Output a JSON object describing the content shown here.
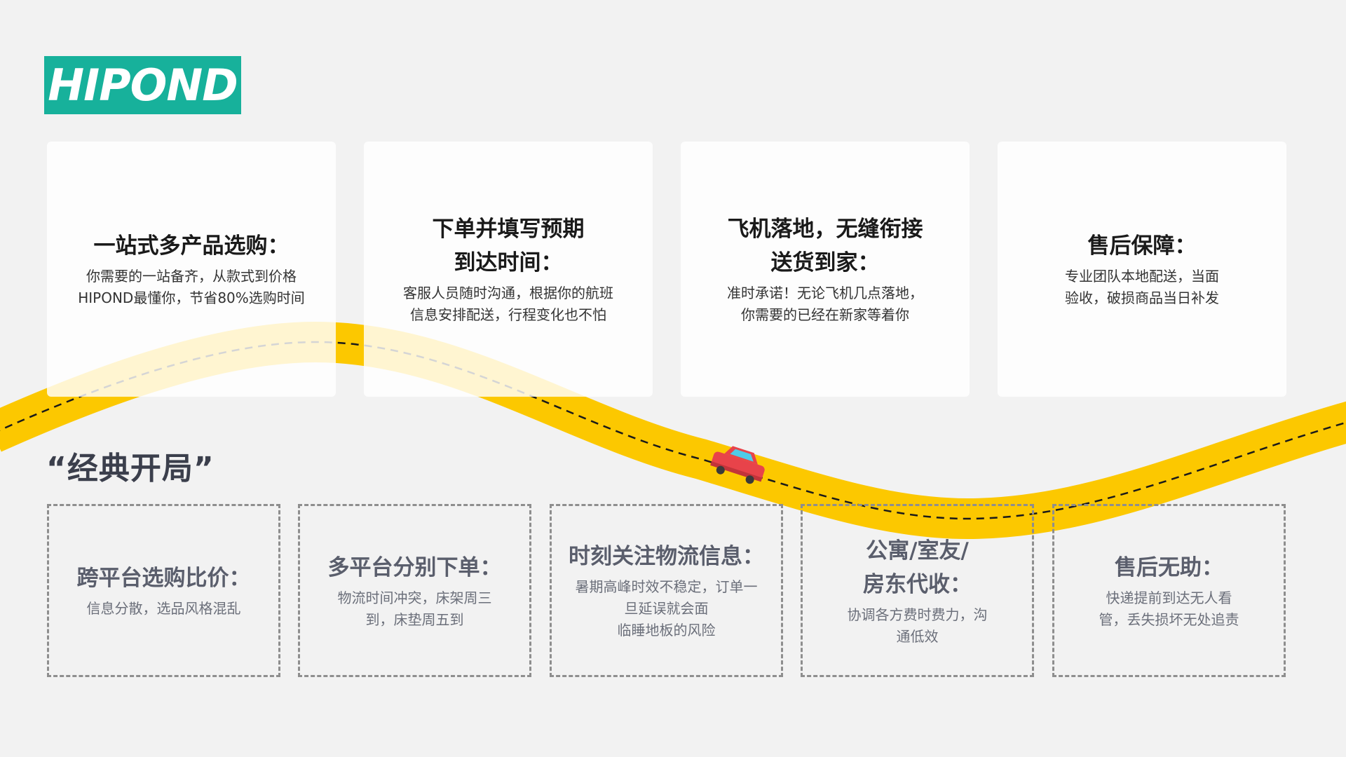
{
  "logo": {
    "text": "HIPOND"
  },
  "colors": {
    "brand_teal": "#17b19b",
    "road_yellow": "#fcc800",
    "background": "#f2f2f2",
    "car_red": "#e8434a",
    "car_window": "#4ecbe8"
  },
  "top_cards": [
    {
      "title": "一站式多产品选购：",
      "text": "你需要的一站备齐，从款式到价格\nHIPOND最懂你，节省80%选购时间"
    },
    {
      "title": "下单并填写预期\n到达时间：",
      "text": "客服人员随时沟通，根据你的航班\n信息安排配送，行程变化也不怕"
    },
    {
      "title": "飞机落地，无缝衔接\n送货到家：",
      "text": "准时承诺！无论飞机几点落地，\n你需要的已经在新家等着你"
    },
    {
      "title": "售后保障：",
      "text": "专业团队本地配送，当面\n验收，破损商品当日补发"
    }
  ],
  "section": {
    "title": "“经典开局”"
  },
  "bottom_boxes": [
    {
      "title": "跨平台选购比价：",
      "text": "信息分散，选品风格混乱"
    },
    {
      "title": "多平台分别下单：",
      "text": "物流时间冲突，床架周三\n到，床垫周五到"
    },
    {
      "title": "时刻关注物流信息：",
      "text": "暑期高峰时效不稳定，订单一\n旦延误就会面\n临睡地板的风险"
    },
    {
      "title": "公寓/室友/\n房东代收：",
      "text": "协调各方费时费力，沟\n通低效"
    },
    {
      "title": "售后无助：",
      "text": "快递提前到达无人看\n管，丢失损坏无处追责"
    }
  ],
  "icons": {
    "car": "car-icon",
    "road": "road-path"
  }
}
